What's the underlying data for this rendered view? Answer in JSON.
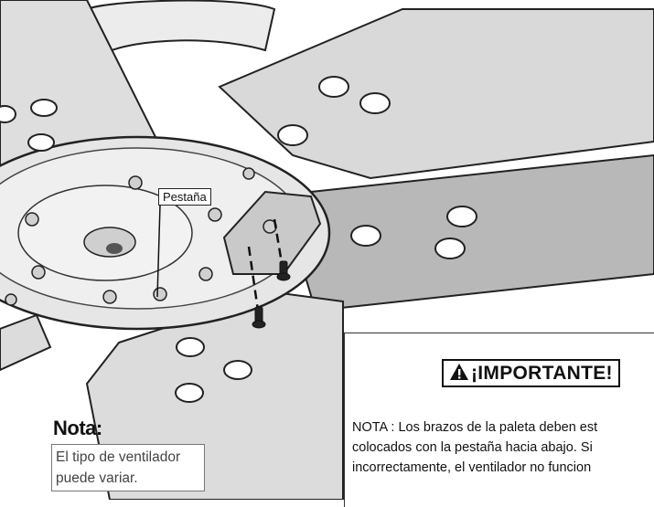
{
  "callout": {
    "label": "Pestaña"
  },
  "important": {
    "title": "¡IMPORTANTE!",
    "icon": "warning-triangle-icon",
    "lines": [
      "NOTA : Los brazos de la paleta deben est",
      "colocados con la pestaña hacia abajo. Si",
      "incorrectamente, el ventilador no funcion"
    ]
  },
  "nota": {
    "title": "Nota:",
    "lines": [
      "El tipo de ventilador",
      "puede variar."
    ]
  },
  "colors": {
    "blade": "#d9d9d9",
    "blade_shadow": "#b3b3b3",
    "outline": "#222222"
  }
}
